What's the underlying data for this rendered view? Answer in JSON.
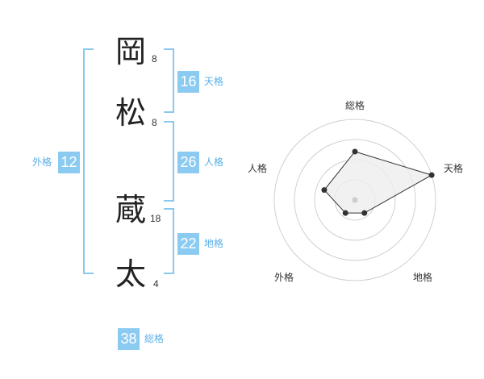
{
  "name": {
    "chars": [
      {
        "char": "岡",
        "strokes": "8"
      },
      {
        "char": "松",
        "strokes": "8"
      },
      {
        "char": "蔵",
        "strokes": "18"
      },
      {
        "char": "太",
        "strokes": "4"
      }
    ]
  },
  "fortunes": {
    "tenkaku": {
      "value": "16",
      "label": "天格"
    },
    "jinkaku": {
      "value": "26",
      "label": "人格"
    },
    "chikaku": {
      "value": "22",
      "label": "地格"
    },
    "gaikaku": {
      "value": "12",
      "label": "外格"
    },
    "soukaku": {
      "value": "38",
      "label": "総格"
    }
  },
  "radar": {
    "axes": [
      "総格",
      "天格",
      "地格",
      "外格",
      "人格"
    ],
    "levels": 4,
    "values": [
      3,
      5,
      1,
      1,
      2
    ],
    "max": 5,
    "colors": {
      "grid": "#d0d0d0",
      "fill": "#eeeeee",
      "line": "#333333",
      "point": "#333333",
      "center": "#cccccc"
    }
  },
  "colors": {
    "accent": "#8ccbf1",
    "bracket": "#8cc8ee",
    "label": "#5aaee6"
  }
}
